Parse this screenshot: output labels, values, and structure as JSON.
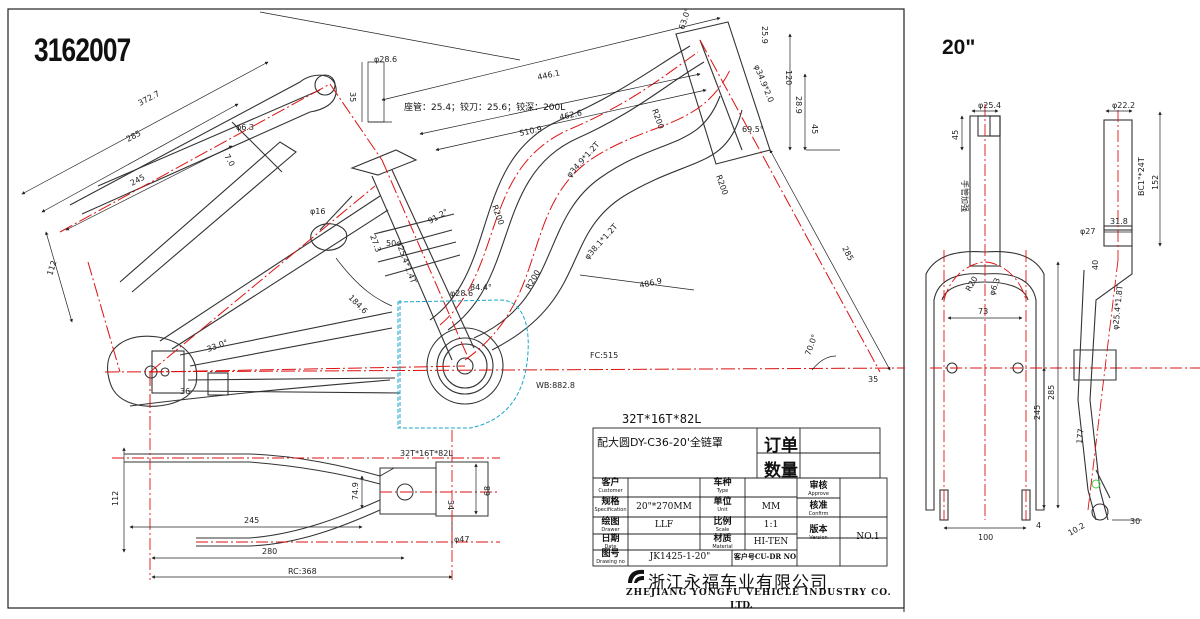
{
  "drawing": {
    "drawing_number": "3162007",
    "size_label": "20\"",
    "chain_spec": "32T*16T*82L",
    "chain_guard_note": "配大圆DY-C36-20'全链罩",
    "order_label": "订单",
    "quantity_label": "数量"
  },
  "title_block": {
    "customer_cn": "客户",
    "customer_en": "Customer",
    "customer_value": "",
    "type_cn": "车种",
    "type_en": "Type",
    "type_value": "",
    "spec_cn": "规格",
    "spec_en": "Specification",
    "spec_value": "20\"*270MM",
    "unit_cn": "单位",
    "unit_en": "Unit",
    "unit_value": "MM",
    "drawer_cn": "绘图",
    "drawer_en": "Drawer",
    "drawer_value": "LLF",
    "scale_cn": "比例",
    "scale_en": "Scale",
    "scale_value": "1:1",
    "date_cn": "日期",
    "date_en": "Date",
    "date_value": "",
    "material_cn": "材质",
    "material_en": "Material",
    "material_value": "HI-TEN",
    "drawing_no_cn": "图号",
    "drawing_no_en": "Drawing no",
    "drawing_no_value": "JK1425-1-20\"",
    "customer_no": "客户号CU-DR NO",
    "approve_cn": "审核",
    "approve_en": "Approve",
    "confirm_cn": "核准",
    "confirm_en": "Confirm",
    "version_cn": "版本",
    "version_en": "Version",
    "version_value": "NO.1",
    "company_cn": "浙江永福车业有限公司",
    "company_en": "ZHEJIANG YONGFU VEHICLE INDUSTRY CO.",
    "company_en2": "LTD."
  },
  "frame_dims": {
    "d1": "372.7",
    "d2": "285",
    "d3": "245",
    "d4": "112",
    "d5": "φ6.3",
    "d6": "7.0",
    "d7": "φ28.6",
    "d8": "35",
    "d9": "446.1",
    "d10": "462.6",
    "d11": "510.9",
    "d12": "φ34.9*1.2T",
    "d13": "φ38.1*1.2T",
    "d14": "R200",
    "d15": "R200",
    "d16": "R200",
    "d17": "R200",
    "d18": "φ34.9*2.0",
    "d19": "25.9",
    "d20": "120",
    "d21": "28.9",
    "d22": "45",
    "d23": "63.0°",
    "d24": "69.5°",
    "d25": "285",
    "d26": "486.9",
    "d27": "84.4°",
    "d28": "FC:515",
    "d29": "WB:882.8",
    "d30": "70.0°",
    "d31": "35",
    "d32": "184.6",
    "d33": "φ16",
    "d34": "91.2°",
    "d35": "33.0°",
    "d36": "36",
    "d37": "φ25.4*1.4T",
    "d38": "50",
    "d39": "φ28.6",
    "d40": "27.3",
    "seat_note": "座管：25.4；铰刀：25.6；铰深：200L"
  },
  "stay_dims": {
    "spec": "32T*16T*82L",
    "h112": "112",
    "w245": "245",
    "w280": "280",
    "rc": "RC:368",
    "d74": "74.9",
    "d34": "34",
    "d68": "68",
    "dia": "φ47"
  },
  "fork_front": {
    "d1": "φ25.4",
    "d2": "45",
    "note": "手管加强",
    "d3": "R20",
    "d4": "φ6.3",
    "d5": "73",
    "d6": "285",
    "d7": "245",
    "d8": "100",
    "d9": "4"
  },
  "fork_side": {
    "d1": "φ22.2",
    "d2": "BC1\"*24T",
    "d3": "152",
    "d4": "31.8",
    "d5": "φ27",
    "d6": "40",
    "d7": "φ25.4*1.8T",
    "d8": "177",
    "d9": "10.2",
    "d10": "30"
  }
}
